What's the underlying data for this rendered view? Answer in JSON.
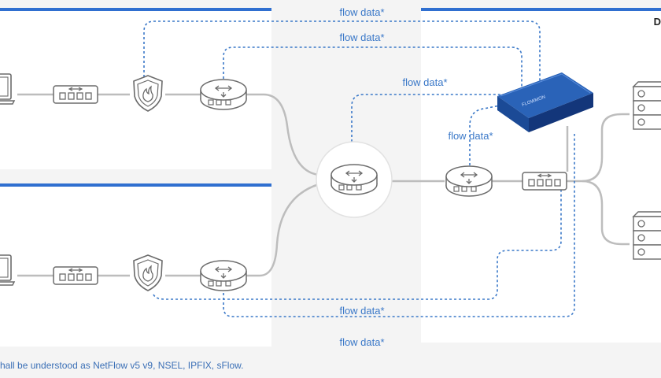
{
  "diagram": {
    "flow_label": "flow data*",
    "corner_label": "D",
    "appliance_label": "FLOWMON",
    "footnote": "hall be understood as NetFlow v5 v9, NSEL, IPFIX, sFlow."
  },
  "colors": {
    "blue_accent": "#2f6fd0",
    "flow_line": "#3a78c8",
    "device_stroke": "#6b6b6b",
    "link_line": "#bdbdbd",
    "appliance_top": "#2a63b8",
    "appliance_side": "#13367a"
  },
  "icons": [
    "laptop-icon",
    "switch-icon",
    "firewall-icon",
    "router-icon",
    "core-router-icon",
    "appliance-icon",
    "server-icon"
  ]
}
